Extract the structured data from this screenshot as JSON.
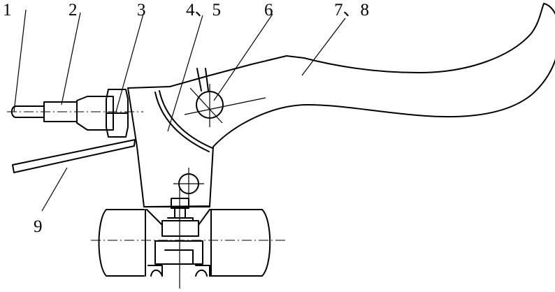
{
  "labels": {
    "l1": "1",
    "l2": "2",
    "l3": "3",
    "l45": "4、5",
    "l6": "6",
    "l78": "7、8",
    "l9": "9"
  }
}
